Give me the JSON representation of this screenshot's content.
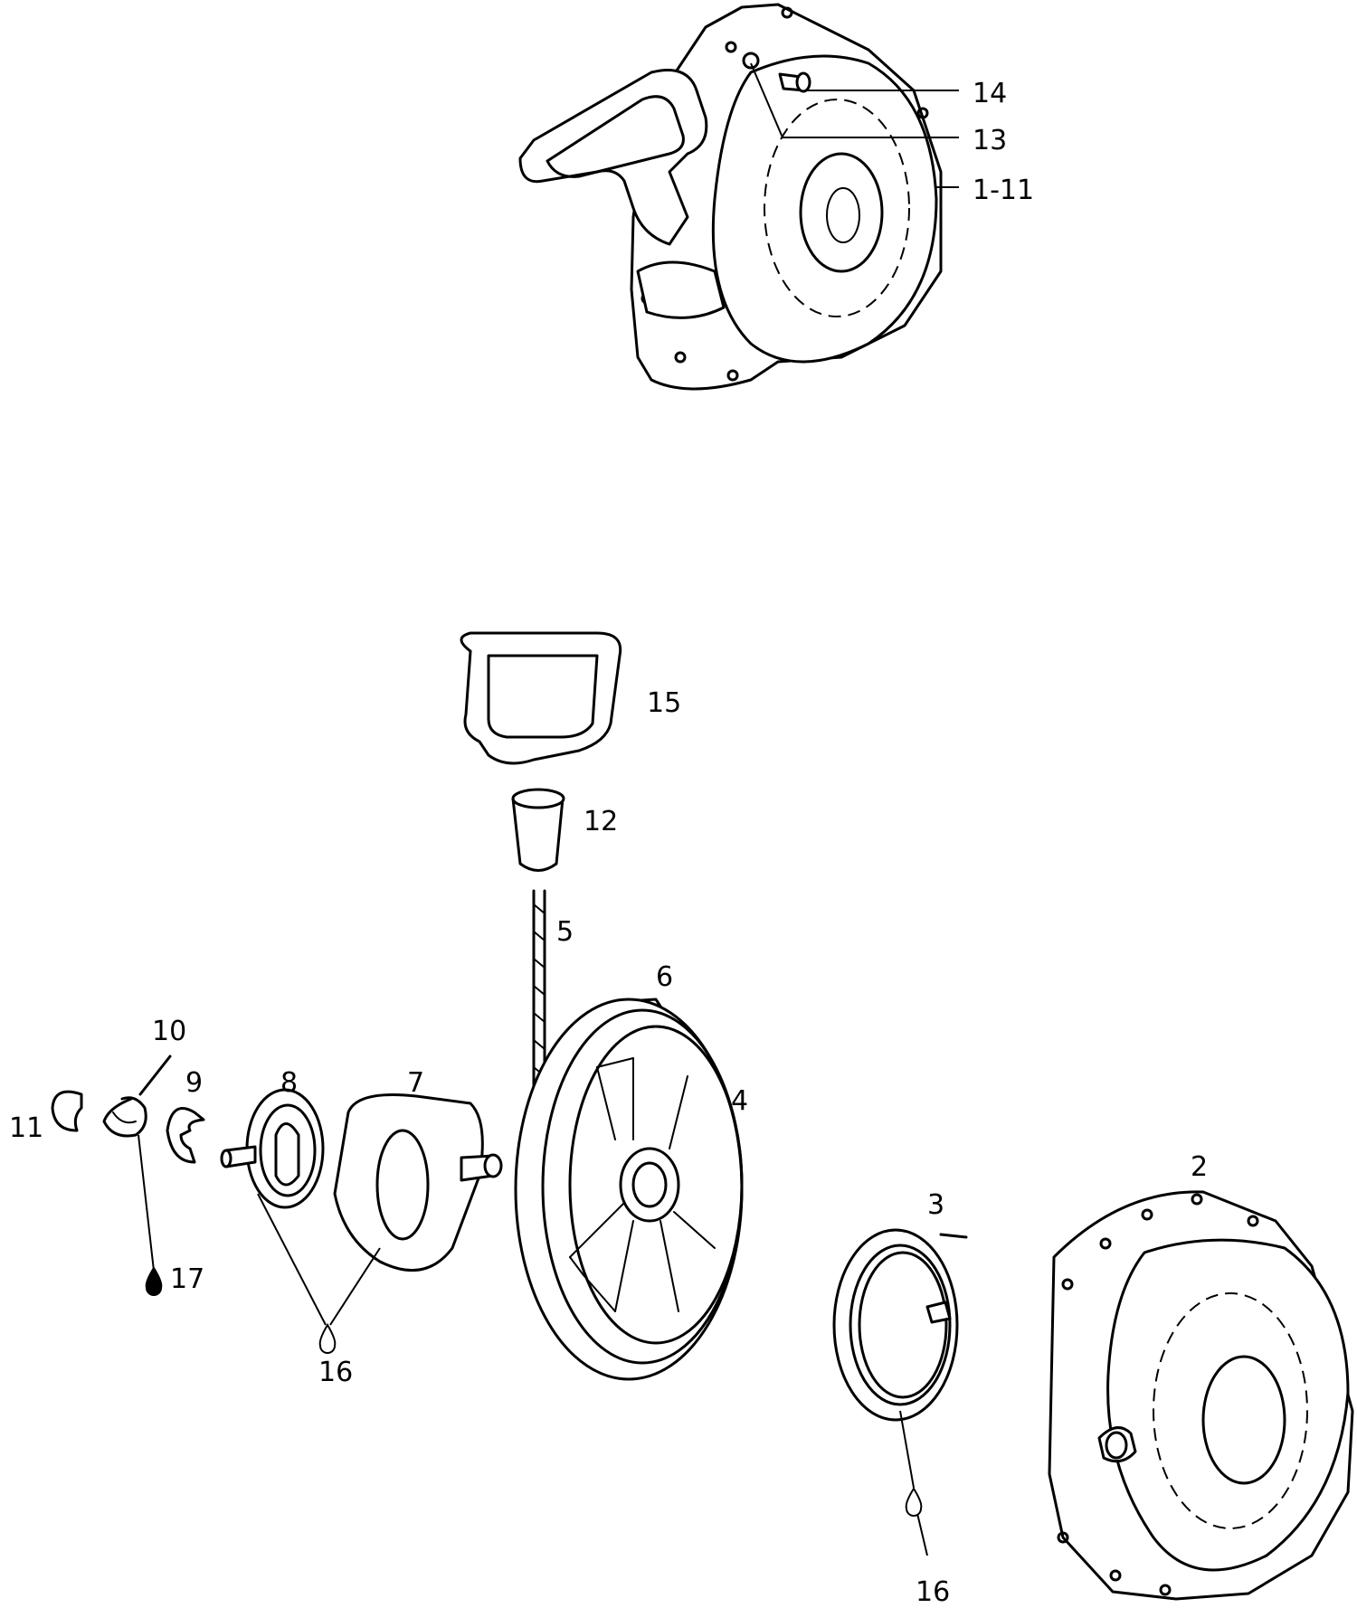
{
  "callouts": {
    "c14": "14",
    "c13": "13",
    "c1_11": "1-11",
    "c15": "15",
    "c12": "12",
    "c5": "5",
    "c6": "6",
    "c10": "10",
    "c9": "9",
    "c8": "8",
    "c7": "7",
    "c4": "4",
    "c11": "11",
    "c3": "3",
    "c2": "2",
    "c17": "17",
    "c16a": "16",
    "c16b": "16"
  },
  "icons": {
    "lubricant_drop": "lubricant-drop-icon",
    "grease_drop": "grease-drop-icon"
  }
}
